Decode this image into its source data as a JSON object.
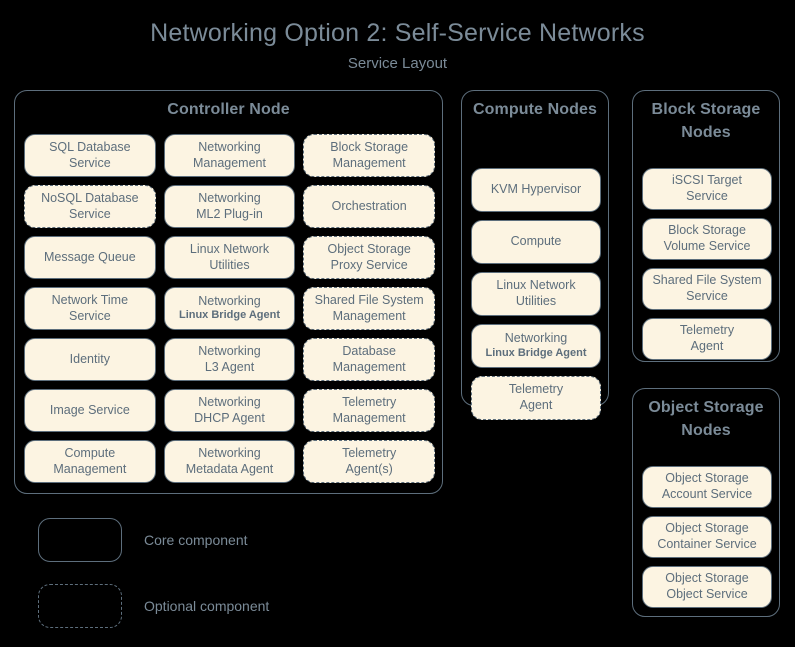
{
  "header": {
    "title": "Networking Option 2: Self-Service Networks",
    "subtitle": "Service Layout"
  },
  "colors": {
    "background": "#000000",
    "box_fill": "#fcf4e2",
    "stroke": "#5d6e7c",
    "title_text": "#7b8b98",
    "box_text": "#5d6e7c"
  },
  "panels": {
    "controller": {
      "title": "Controller Node",
      "style": "core",
      "components": [
        {
          "l1": "SQL Database",
          "l2": "Service",
          "style": "core"
        },
        {
          "l1": "Networking",
          "l2": "Management",
          "style": "core"
        },
        {
          "l1": "Block Storage",
          "l2": "Management",
          "style": "optional"
        },
        {
          "l1": "NoSQL Database",
          "l2": "Service",
          "style": "optional"
        },
        {
          "l1": "Networking",
          "l2": "ML2 Plug-in",
          "style": "core"
        },
        {
          "l1": "Orchestration",
          "l2": "",
          "style": "optional"
        },
        {
          "l1": "Message Queue",
          "l2": "",
          "style": "core"
        },
        {
          "l1": "Linux Network",
          "l2": "Utilities",
          "style": "core"
        },
        {
          "l1": "Object Storage",
          "l2": "Proxy Service",
          "style": "optional"
        },
        {
          "l1": "Network Time",
          "l2": "Service",
          "style": "core"
        },
        {
          "l1": "Networking",
          "l2": "Linux Bridge Agent",
          "style": "core",
          "sublabel": true
        },
        {
          "l1": "Shared File System",
          "l2": "Management",
          "style": "optional"
        },
        {
          "l1": "Identity",
          "l2": "",
          "style": "core"
        },
        {
          "l1": "Networking",
          "l2": "L3 Agent",
          "style": "core"
        },
        {
          "l1": "Database",
          "l2": "Management",
          "style": "optional"
        },
        {
          "l1": "Image Service",
          "l2": "",
          "style": "core"
        },
        {
          "l1": "Networking",
          "l2": "DHCP Agent",
          "style": "core"
        },
        {
          "l1": "Telemetry",
          "l2": "Management",
          "style": "optional"
        },
        {
          "l1": "Compute",
          "l2": "Management",
          "style": "core"
        },
        {
          "l1": "Networking",
          "l2": "Metadata Agent",
          "style": "core"
        },
        {
          "l1": "Telemetry",
          "l2": "Agent(s)",
          "style": "optional"
        }
      ]
    },
    "compute": {
      "title": "Compute Nodes",
      "style": "core",
      "components": [
        {
          "l1": "KVM Hypervisor",
          "l2": "",
          "style": "core"
        },
        {
          "l1": "Compute",
          "l2": "",
          "style": "core"
        },
        {
          "l1": "Linux Network",
          "l2": "Utilities",
          "style": "core"
        },
        {
          "l1": "Networking",
          "l2": "Linux Bridge Agent",
          "style": "core",
          "sublabel": true
        },
        {
          "l1": "Telemetry",
          "l2": "Agent",
          "style": "optional"
        }
      ]
    },
    "block_storage": {
      "title": "Block Storage Nodes",
      "style": "optional",
      "components": [
        {
          "l1": "iSCSI Target",
          "l2": "Service",
          "style": "core"
        },
        {
          "l1": "Block Storage",
          "l2": "Volume Service",
          "style": "core"
        },
        {
          "l1": "Shared File System",
          "l2": "Service",
          "style": "core"
        },
        {
          "l1": "Telemetry",
          "l2": "Agent",
          "style": "core"
        }
      ]
    },
    "object_storage": {
      "title": "Object Storage Nodes",
      "style": "optional",
      "components": [
        {
          "l1": "Object Storage",
          "l2": "Account Service",
          "style": "core"
        },
        {
          "l1": "Object Storage",
          "l2": "Container Service",
          "style": "core"
        },
        {
          "l1": "Object Storage",
          "l2": "Object Service",
          "style": "core"
        }
      ]
    }
  },
  "legend": [
    {
      "style": "core",
      "label": "Core component"
    },
    {
      "style": "optional",
      "label": "Optional component"
    }
  ]
}
